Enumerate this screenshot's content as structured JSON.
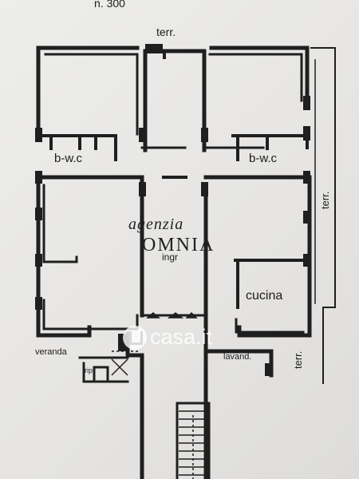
{
  "header_fragment": "n. 300",
  "rooms": {
    "terrace_top": "terr.",
    "bath_left": "b-w.c",
    "bath_right": "b-w.c",
    "terrace_right": "terr.",
    "entrance": "ingr",
    "kitchen": "cucina",
    "veranda": "veranda",
    "storage": "rip.",
    "laundry": "lavand.",
    "terrace_bottom": "terr."
  },
  "watermarks": {
    "agency_script": "agenzia",
    "agency_name": "OMNIA",
    "portal_name": "casa.it"
  },
  "colors": {
    "wall": "#1f1f1f",
    "paper": "#e9e8e6",
    "watermark": "#ffffff"
  }
}
